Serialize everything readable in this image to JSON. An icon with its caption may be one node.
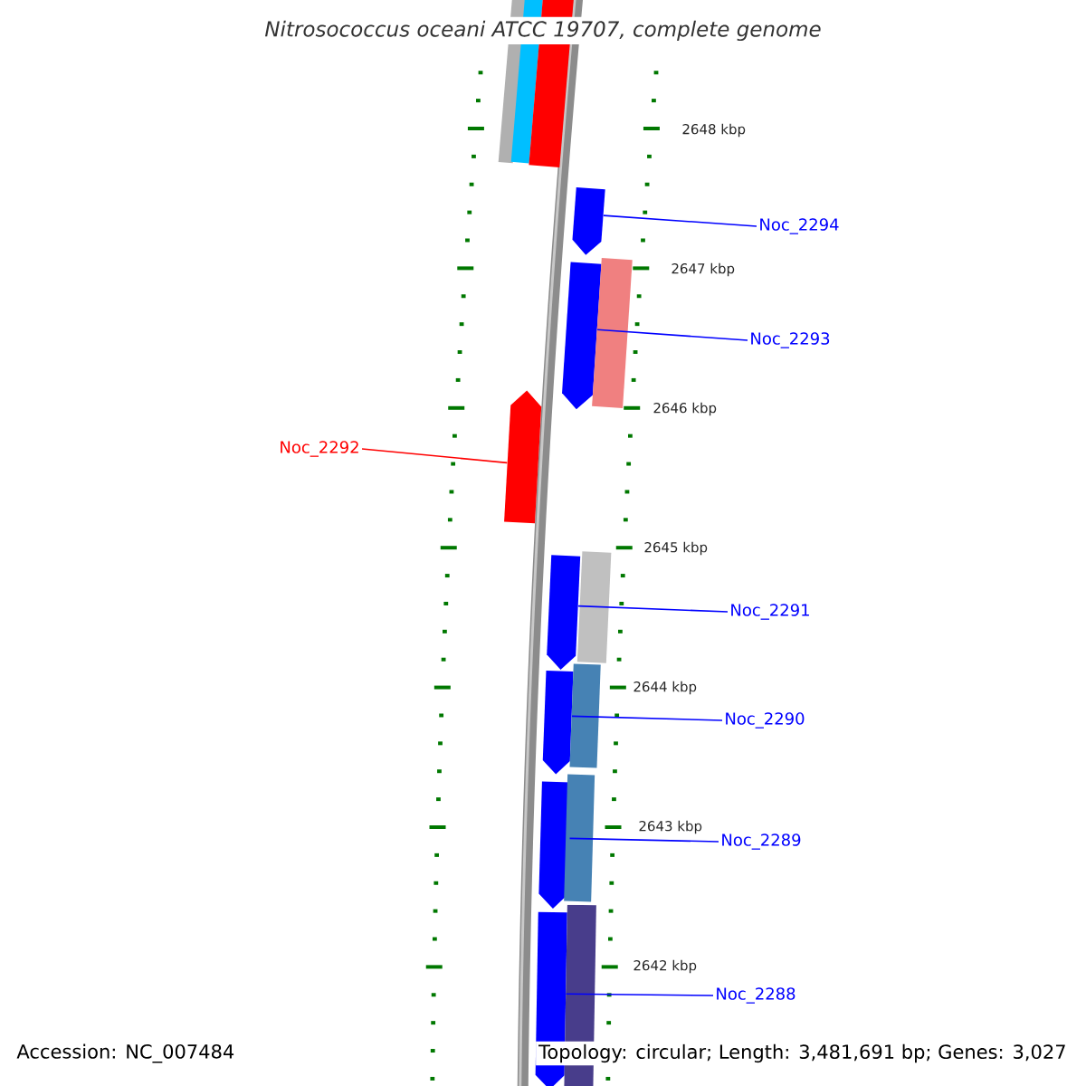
{
  "diagram": {
    "title": "Nitrosococcus oceani ATCC 19707, complete genome",
    "nodes": [
      {
        "text": [],
        "shape": "bar"
      },
      {
        "text": [],
        "shape": "bar"
      },
      {
        "text": [],
        "shape": "bar"
      },
      {
        "text": [
          "Noc_2294"
        ]
      },
      {
        "text": [],
        "shape": "arrow"
      },
      {
        "text": [
          "Noc_2293"
        ]
      },
      {
        "text": [],
        "shape": "arrow"
      },
      {
        "text": [],
        "shape": "bar"
      },
      {
        "text": [
          "Noc_2292"
        ]
      },
      {
        "text": [],
        "shape": "arrow"
      },
      {
        "text": [
          "Noc_2291"
        ]
      },
      {
        "text": [],
        "shape": "arrow"
      },
      {
        "text": [],
        "shape": "bar"
      },
      {
        "text": [
          "Noc_2290"
        ]
      },
      {
        "text": [],
        "shape": "arrow"
      },
      {
        "text": [],
        "shape": "bar"
      },
      {
        "text": [
          "Noc_2289"
        ]
      },
      {
        "text": [],
        "shape": "arrow"
      },
      {
        "text": [],
        "shape": "bar"
      },
      {
        "text": [
          "Noc_2288"
        ]
      },
      {
        "text": [],
        "shape": "arrow"
      },
      {
        "text": [],
        "shape": "bar"
      }
    ],
    "edges": [
      {
        "from": 3,
        "to": 4,
        "arrow": "none"
      },
      {
        "from": 5,
        "to": 6,
        "arrow": "none"
      },
      {
        "from": 8,
        "to": 9,
        "arrow": "none",
        "color": "#ff0000"
      },
      {
        "from": 10,
        "to": 11,
        "arrow": "none"
      },
      {
        "from": 13,
        "to": 14,
        "arrow": "none"
      },
      {
        "from": 16,
        "to": 17,
        "arrow": "none"
      },
      {
        "from": 19,
        "to": 20,
        "arrow": "none"
      }
    ],
    "labels": [
      "2648 kbp",
      "2647 kbp",
      "2646 kbp",
      "2645 kbp",
      "2644 kbp",
      "2643 kbp",
      "2642 kbp",
      "Accession: NC_007484",
      "Topology: circular; Length: 3,481,691 bp; Genes: 3,027"
    ]
  }
}
